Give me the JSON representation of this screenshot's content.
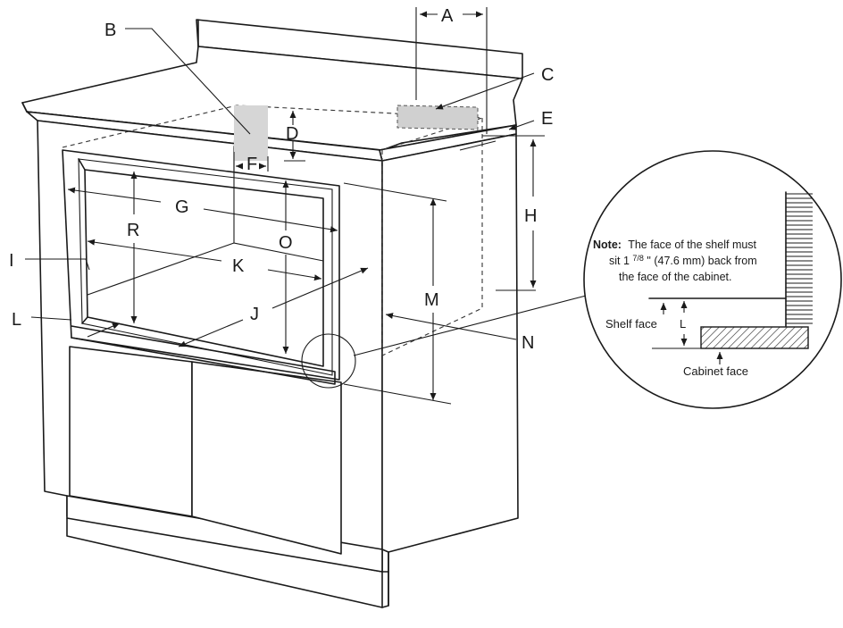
{
  "labels": {
    "A": "A",
    "B": "B",
    "C": "C",
    "D": "D",
    "E": "E",
    "F": "F",
    "G": "G",
    "H": "H",
    "I": "I",
    "J": "J",
    "K": "K",
    "L": "L",
    "M": "M",
    "N": "N",
    "O": "O",
    "R": "R"
  },
  "detail": {
    "note_bold": "Note:",
    "note_line1": "The face of the shelf must",
    "note_line2_pre": "sit 1",
    "note_line2_frac": "7/8",
    "note_line2_post": "\" (47.6 mm) back from",
    "note_line3": "the face of the cabinet.",
    "shelf_face": "Shelf face",
    "cabinet_face": "Cabinet face",
    "dim_label": "L"
  }
}
